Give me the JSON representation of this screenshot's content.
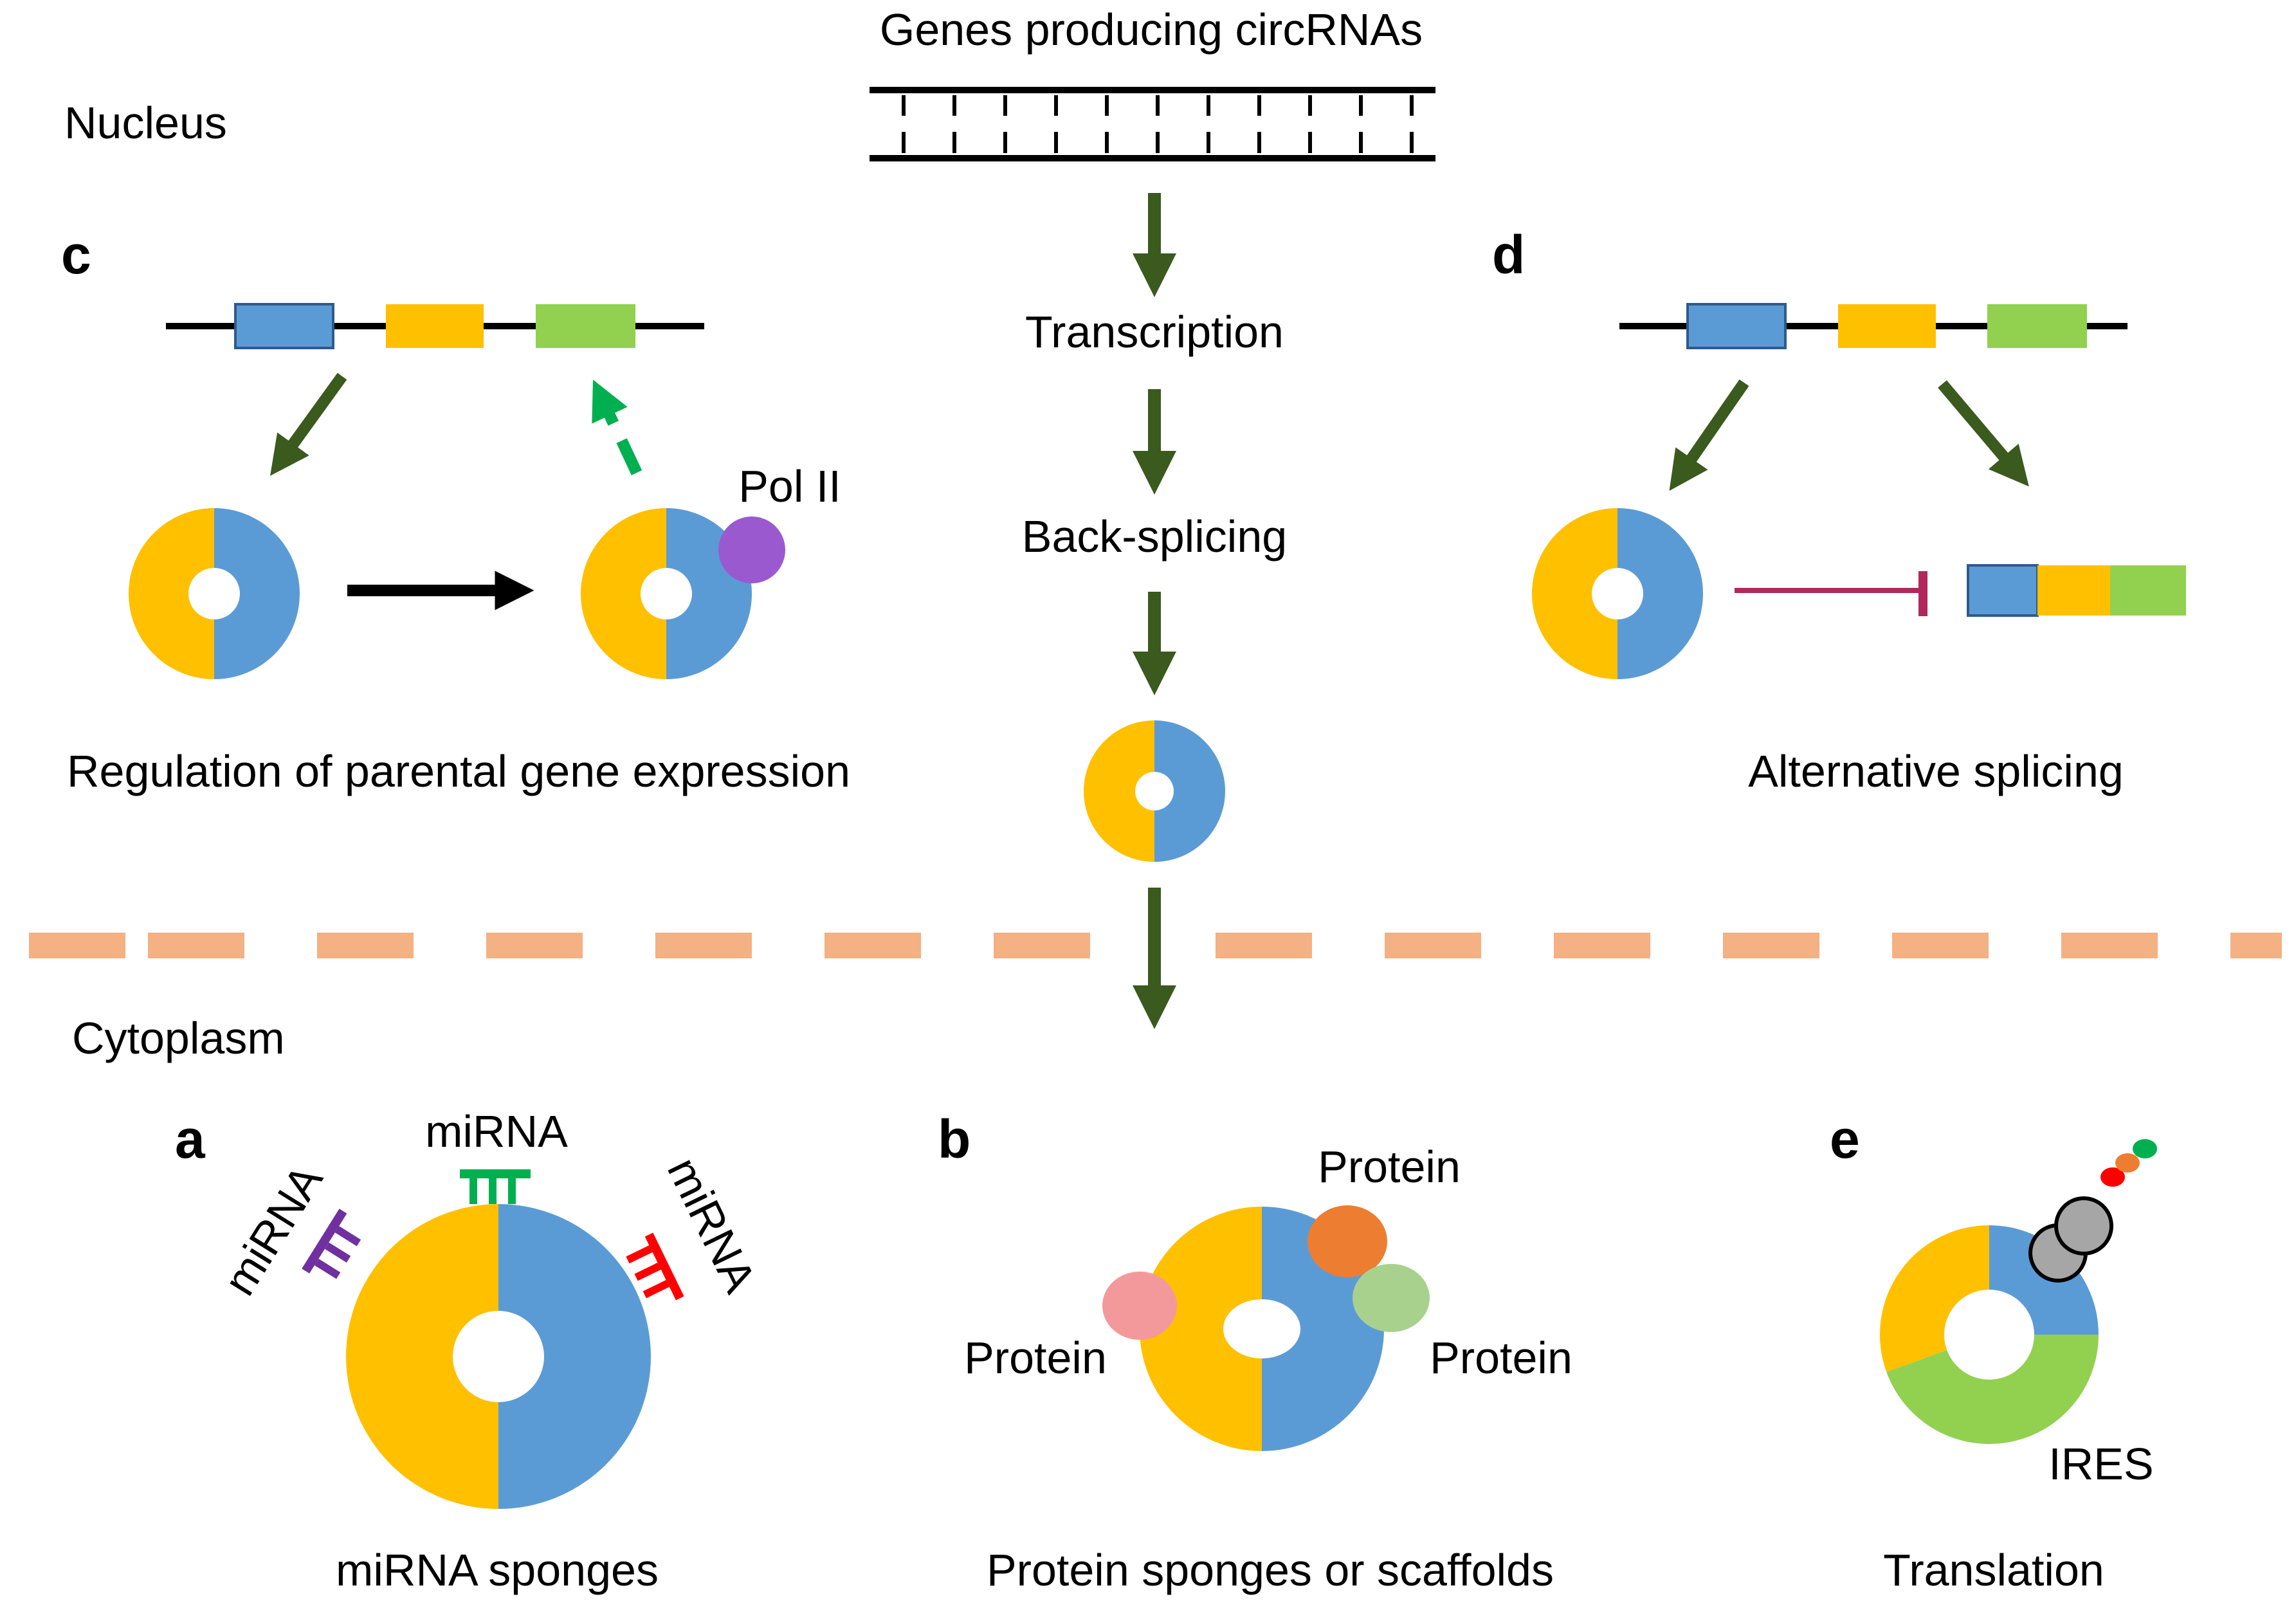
{
  "colors": {
    "yellow": "#FFC000",
    "blue": "#5B9BD5",
    "green": "#92D050",
    "dark_green_arrow": "#3A5A1E",
    "dashed_green_arrow": "#00B050",
    "pol2": "#9B59D0",
    "inhibit": "#B0285C",
    "membrane": "#F4B183",
    "mirna_green": "#00B050",
    "mirna_purple": "#7030A0",
    "mirna_red": "#FF0000",
    "protein_orange": "#ED7D31",
    "protein_pink": "#F4999B",
    "protein_light_green": "#A9D18E",
    "ribosome_gray": "#A6A6A6"
  },
  "labels": {
    "genes": "Genes producing circRNAs",
    "nucleus": "Nucleus",
    "cytoplasm": "Cytoplasm",
    "transcription": "Transcription",
    "back_splicing": "Back-splicing"
  },
  "panels": {
    "c": {
      "letter": "c",
      "pol": "Pol II",
      "caption": "Regulation of parental gene expression"
    },
    "d": {
      "letter": "d",
      "caption": "Alternative splicing"
    },
    "a": {
      "letter": "a",
      "mirna_left": "miRNA",
      "mirna_top": "miRNA",
      "mirna_right": "miRNA",
      "caption": "miRNA sponges"
    },
    "b": {
      "letter": "b",
      "protein_top": "Protein",
      "protein_left": "Protein",
      "protein_right": "Protein",
      "caption": "Protein sponges or scaffolds"
    },
    "e": {
      "letter": "e",
      "ires": "IRES",
      "caption": "Translation"
    }
  }
}
